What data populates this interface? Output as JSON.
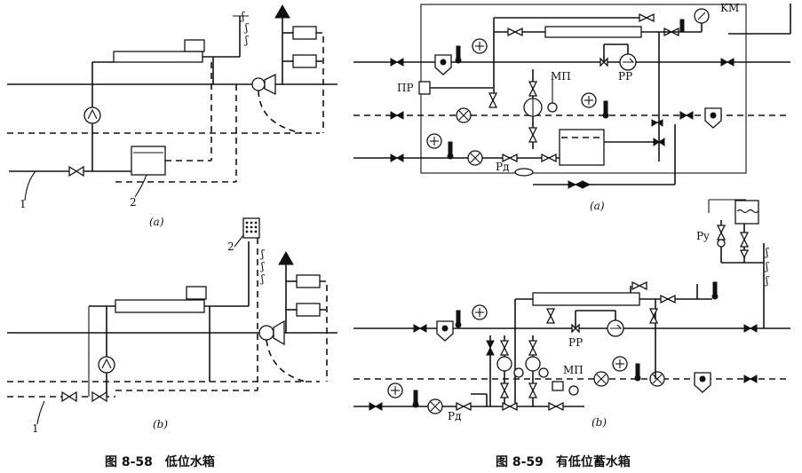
{
  "fig58": {
    "a": {
      "sublabel": "(a)",
      "callout_1": "1",
      "callout_2": "2"
    },
    "b": {
      "sublabel": "(b)",
      "callout_1": "1",
      "callout_2": "2"
    },
    "caption": "图 8-58　低位水箱"
  },
  "fig59": {
    "a": {
      "sublabel": "(a)",
      "label_km": "KM",
      "label_pr": "ПР",
      "label_mp": "MП",
      "label_pp": "PP",
      "label_rd": "Pд"
    },
    "b": {
      "sublabel": "(b)",
      "label_ry": "Py",
      "label_pp": "PP",
      "label_mp": "MП",
      "label_rd": "Pд"
    },
    "caption": "图 8-59　有低位蓄水箱"
  }
}
